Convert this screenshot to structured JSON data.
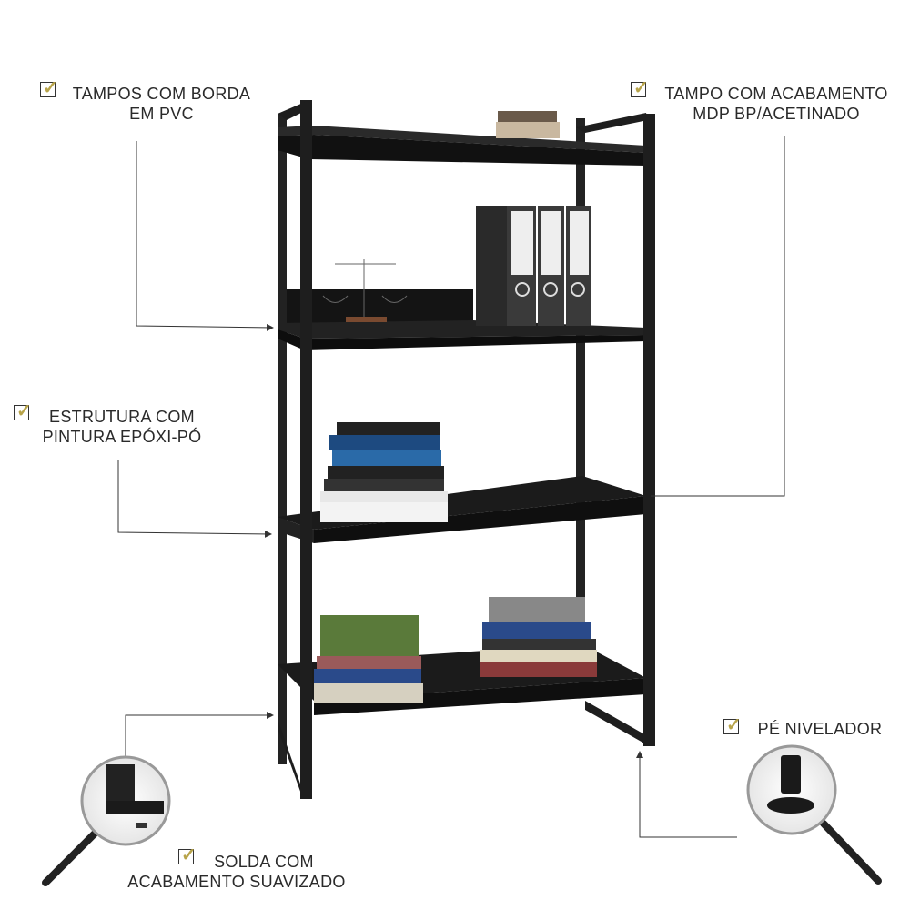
{
  "features": [
    {
      "lines": [
        "TAMPOS COM BORDA",
        "EM PVC"
      ],
      "checked": true,
      "check_icon": "check-mark"
    },
    {
      "lines": [
        "TAMPO COM ACABAMENTO",
        "MDP BP/ACETINADO"
      ],
      "checked": true,
      "check_icon": "check-mark"
    },
    {
      "lines": [
        "ESTRUTURA COM",
        "PINTURA EPÓXI-PÓ"
      ],
      "checked": true,
      "check_icon": "check-mark"
    },
    {
      "lines": [
        "PÉ NIVELADOR"
      ],
      "checked": true,
      "check_icon": "check-mark"
    },
    {
      "lines": [
        "SOLDA COM",
        "ACABAMENTO SUAVIZADO"
      ],
      "checked": true,
      "check_icon": "check-mark"
    }
  ],
  "colors": {
    "frame": "#1e1e1e",
    "shelf": "#151515",
    "text": "#2a2a2a",
    "check": "#b8a44a",
    "line": "#333333"
  }
}
